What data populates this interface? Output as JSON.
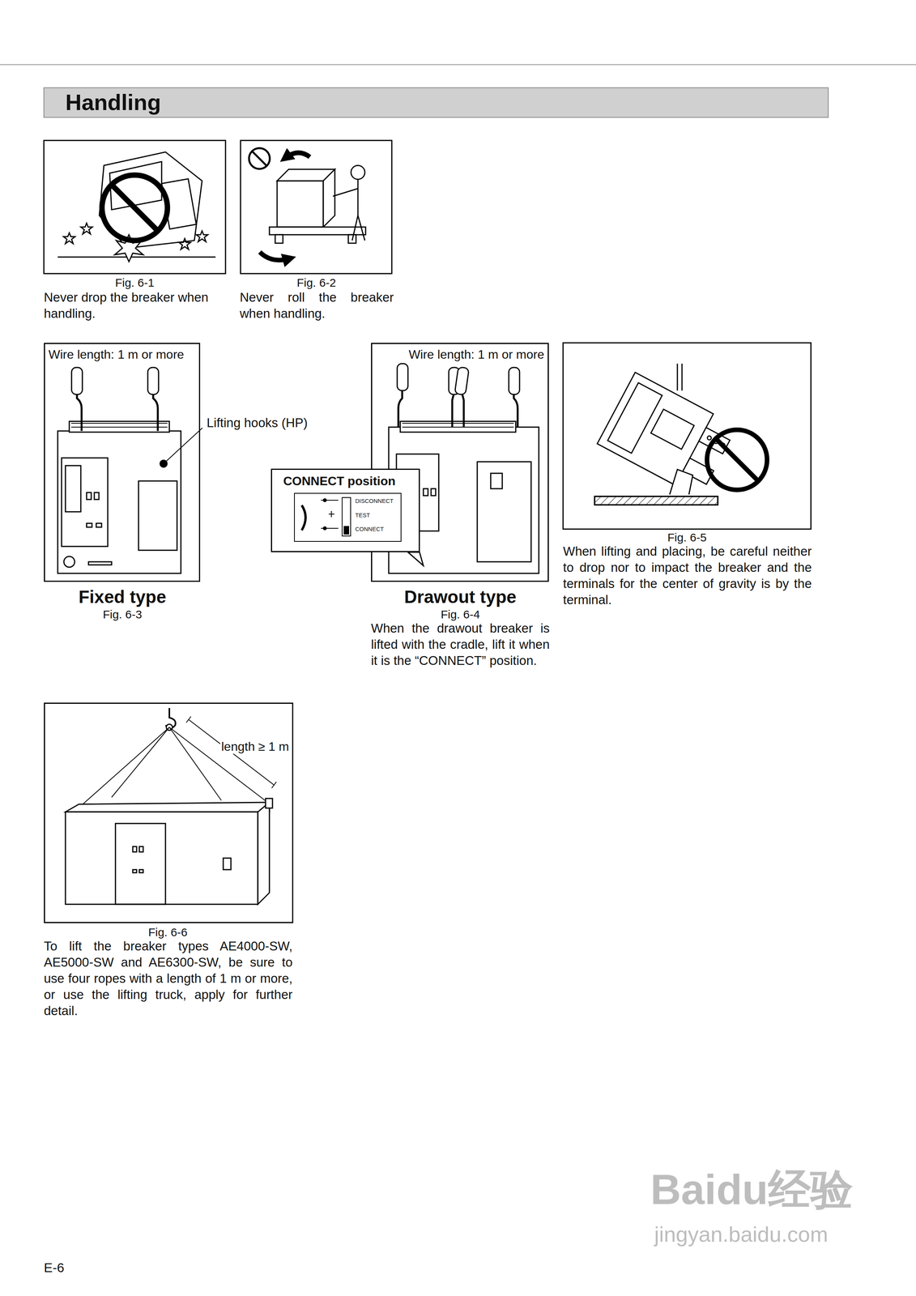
{
  "diagram": {
    "title": "Handling",
    "nodes": [
      {
        "text": [
          "Wire length: 1 m or more"
        ]
      },
      {
        "text": [
          "Wire length: 1 m or more"
        ]
      },
      {
        "text": [
          "CONNECT position",
          "DISCONNECT",
          "TEST",
          "CONNECT"
        ]
      },
      {
        "text": [
          "length ≥ 1 m"
        ]
      }
    ],
    "labels": [
      "Fig. 6-1",
      "Never drop the breaker when handling.",
      "Fig. 6-2",
      "Never roll the breaker when handling.",
      "Lifting hooks (HP)",
      "Fixed type",
      "Fig. 6-3",
      "Drawout type",
      "Fig. 6-4",
      "When the drawout breaker is lifted with the cradle, lift it when it is the “CONNECT” position.",
      "Fig. 6-5",
      "When lifting and placing, be careful neither to drop nor to impact the breaker and the terminals for the center of gravity is by the terminal.",
      "Fig. 6-6",
      "To lift the breaker types AE4000-SW, AE5000-SW and AE6300-SW, be sure to use four ropes with a length of 1 m or more, or use the lifting truck, apply for further detail.",
      "E-6",
      "Baidu经验",
      "jingyan.baidu.com"
    ]
  }
}
